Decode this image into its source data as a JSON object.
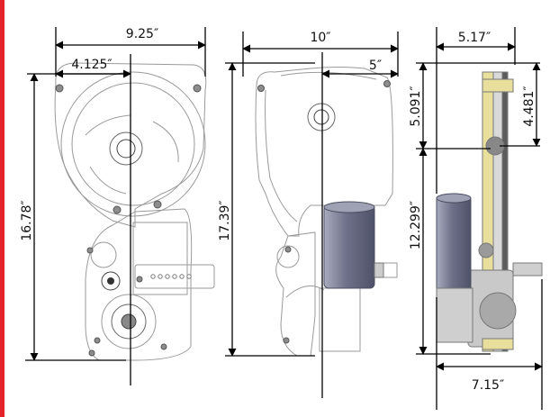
{
  "colors": {
    "accent": "#e4232a",
    "background": "#ffffff",
    "dimension_line": "#000000",
    "part_outline": "#9a9a9a",
    "motor_body": "#6d7088",
    "motor_light": "#a9abbe",
    "rail_yellow": "#e8df9c"
  },
  "views": {
    "front": {
      "width_overall": "9.25″",
      "width_to_center": "4.125″",
      "height": "16.78″"
    },
    "back": {
      "width_overall": "10″",
      "width_half": "5″",
      "height": "17.39″"
    },
    "side": {
      "width_top": "5.17″",
      "upper_height": "5.091″",
      "inner_height": "4.481″",
      "lower_height": "12.299″",
      "bottom_width": "7.15″"
    }
  }
}
